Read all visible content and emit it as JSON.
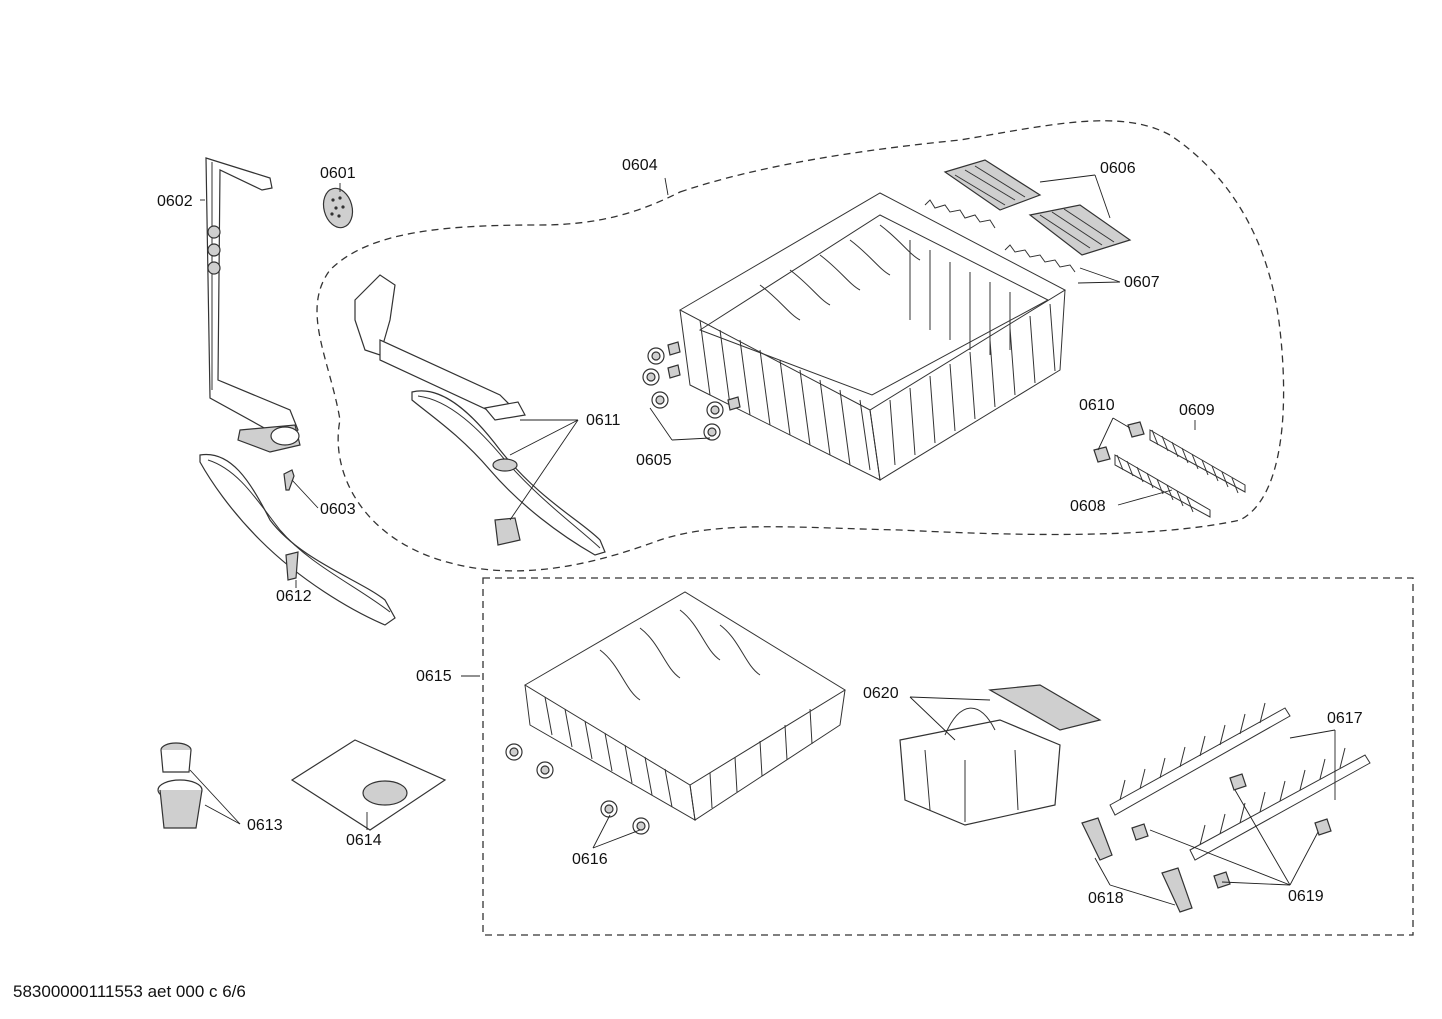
{
  "labels": {
    "p0601": "0601",
    "p0602": "0602",
    "p0603": "0603",
    "p0604": "0604",
    "p0605": "0605",
    "p0606": "0606",
    "p0607": "0607",
    "p0608": "0608",
    "p0609": "0609",
    "p0610": "0610",
    "p0611": "0611",
    "p0612": "0612",
    "p0613": "0613",
    "p0614": "0614",
    "p0615": "0615",
    "p0616": "0616",
    "p0617": "0617",
    "p0618": "0618",
    "p0619": "0619",
    "p0620": "0620"
  },
  "footer": {
    "code": "58300000111553 aet 000 c 6/6"
  }
}
